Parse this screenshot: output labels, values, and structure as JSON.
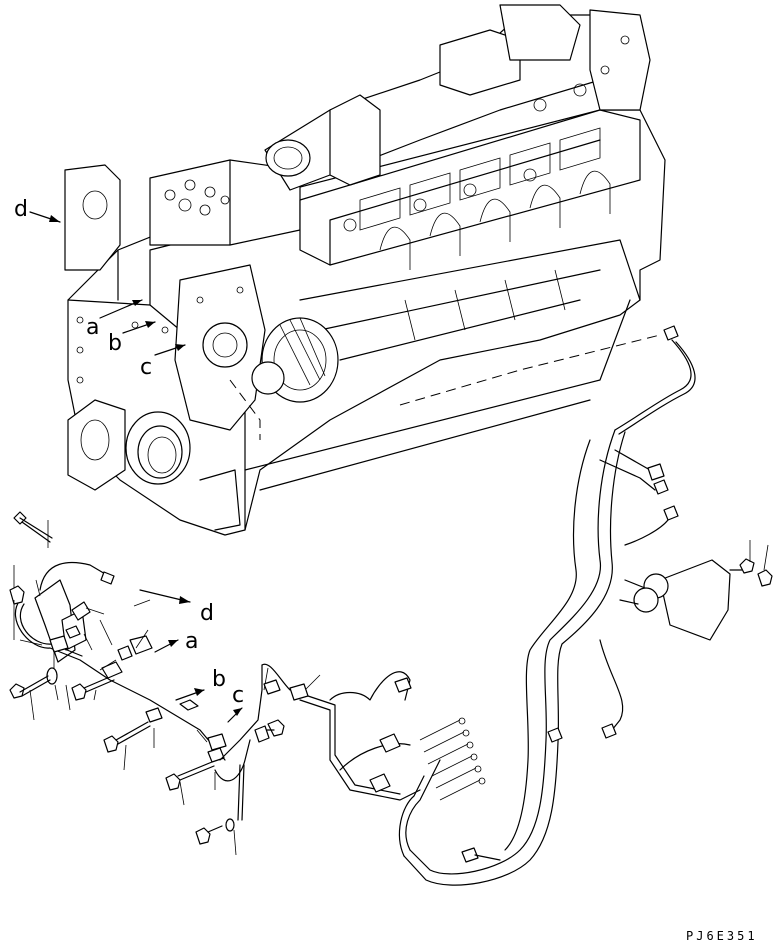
{
  "diagram": {
    "callouts": {
      "upper_a": "a",
      "upper_b": "b",
      "upper_c": "c",
      "upper_d": "d",
      "lower_d": "d",
      "lower_a": "a",
      "lower_b": "b",
      "lower_c": "c"
    },
    "figure_code": "PJ6E351"
  }
}
